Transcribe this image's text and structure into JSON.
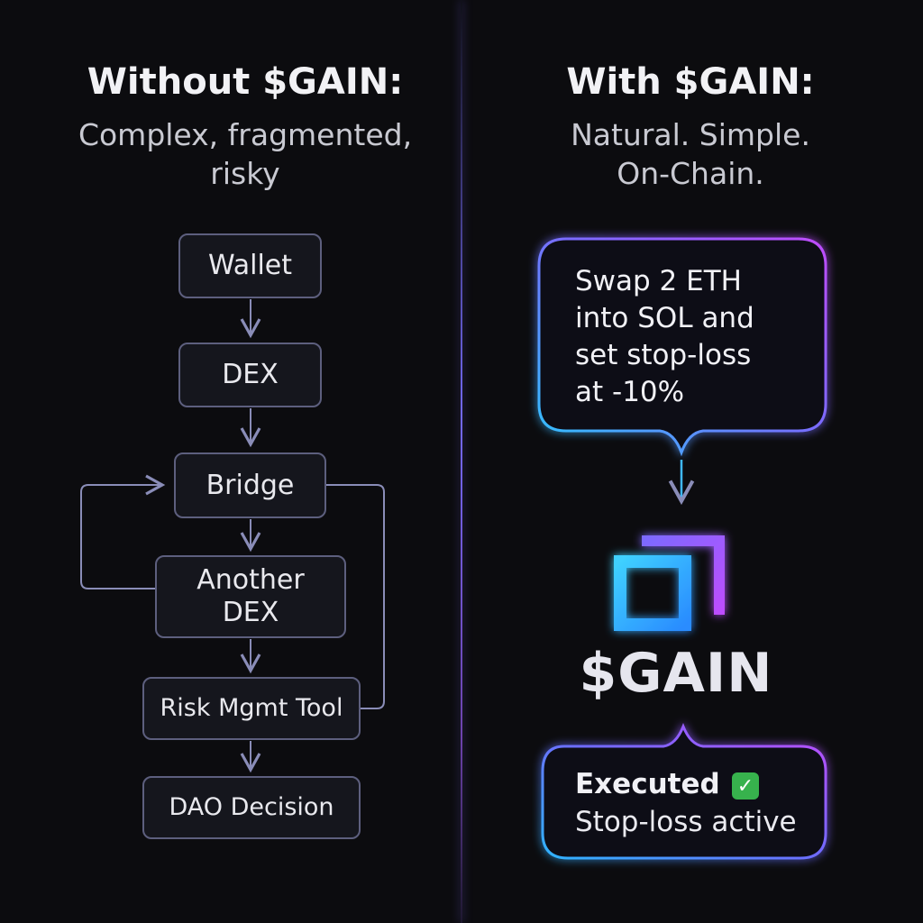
{
  "left": {
    "title": "Without $GAIN:",
    "subtitle_line1": "Complex, fragmented,",
    "subtitle_line2": "risky",
    "steps": {
      "wallet": "Wallet",
      "dex": "DEX",
      "bridge": "Bridge",
      "another_dex_line1": "Another",
      "another_dex_line2": "DEX",
      "risk_tool": "Risk Mgmt Tool",
      "dao": "DAO Decision"
    }
  },
  "right": {
    "title": "With $GAIN:",
    "subtitle_line1": "Natural. Simple.",
    "subtitle_line2": "On-Chain.",
    "prompt_lines": [
      "Swap 2 ETH",
      "into SOL and",
      "set stop-loss",
      "at -10%"
    ],
    "logo_icon": "gain-square-logo-icon",
    "logo_text": "$GAIN",
    "result_title": "Executed",
    "result_icon": "check-mark-icon",
    "result_status": "Stop-loss active"
  },
  "colors": {
    "background": "#0c0c0f",
    "box_border": "#5d5f7e",
    "arrow": "#8a8db8",
    "accent_cyan": "#38b6ff",
    "accent_purple": "#b64cff",
    "check_green": "#37b24d"
  }
}
